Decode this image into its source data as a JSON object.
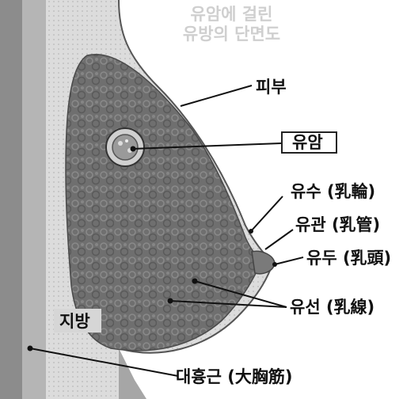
{
  "title": {
    "line1": "유암에 걸린",
    "line2": "유방의 단면도"
  },
  "labels": {
    "skin": "피부",
    "cancer": "유암",
    "areola": "유수 (乳輪)",
    "duct": "유관 (乳管)",
    "nipple": "유두 (乳頭)",
    "gland": "유선 (乳線)",
    "fat": "지방",
    "muscle": "대흉근 (大胸筋)"
  },
  "colors": {
    "outer_gray": "#a6a6a6",
    "fat_light": "#d9d9d9",
    "gland_dark": "#6f6f6f",
    "muscle_band": "#8c8c8c"
  }
}
